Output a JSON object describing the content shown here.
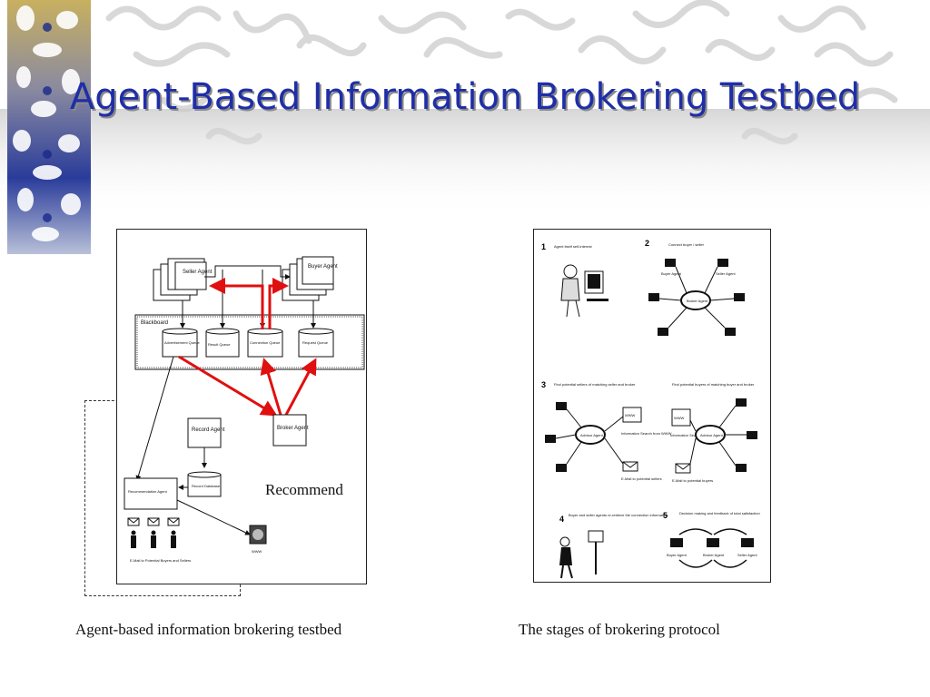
{
  "slide": {
    "title": "Agent-Based Information Brokering Testbed"
  },
  "left_figure": {
    "seller_agent": "Seller Agent",
    "buyer_agent": "Buyer Agent",
    "blackboard": "Blackboard",
    "queues": [
      "Advertisement Queue",
      "Result Queue",
      "Connection Queue",
      "Request Queue"
    ],
    "broker_agent": "Broker Agent",
    "record_agent": "Record Agent",
    "record_database": "Record Database",
    "recommendation_agent": "Recommendation Agent",
    "email_label": "E-Mail to Potential Buyers and Sellers",
    "www_label": "WWW",
    "annotation": "Recommend",
    "caption": "Agent-based information brokering testbed"
  },
  "right_figure": {
    "stages": [
      {
        "number": "1",
        "text": "Agent itself self-interest"
      },
      {
        "number": "2",
        "text": "Connect buyer / seller"
      },
      {
        "number": "3",
        "text": "Find potential sellers of matching seller and broker"
      },
      {
        "number": "",
        "text": "Find potential buyers of matching buyer and broker"
      },
      {
        "number": "4",
        "text": "Buyer and seller agents re-retrieve the connection information"
      },
      {
        "number": "5",
        "text": "Decision making and feedback of total satisfaction"
      }
    ],
    "broker_agent": "Broker Agent",
    "advisor_agent": "Advisor Agent",
    "buyer_agent": "Buyer Agent",
    "seller_agent": "Seller Agent",
    "info_search": "Information Search from WWW",
    "email_sellers": "E-Mail to potential sellers",
    "email_buyers": "E-Mail to potential buyers",
    "www": "WWW",
    "caption": "The stages of brokering protocol"
  },
  "colors": {
    "title": "#1f2ea8",
    "arrow_red": "#e01010"
  }
}
